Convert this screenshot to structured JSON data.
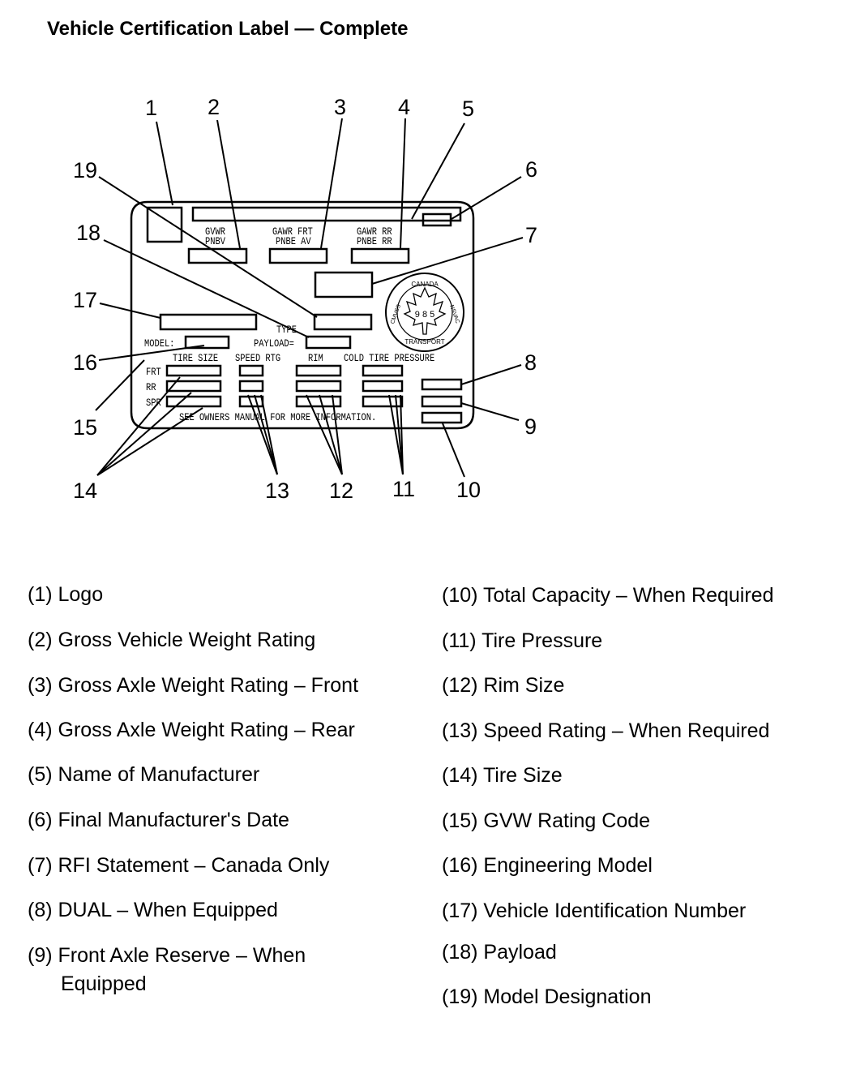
{
  "title": "Vehicle Certification Label — Complete",
  "callouts": [
    "1",
    "2",
    "3",
    "4",
    "5",
    "6",
    "7",
    "8",
    "9",
    "10",
    "11",
    "12",
    "13",
    "14",
    "15",
    "16",
    "17",
    "18",
    "19"
  ],
  "label_text": {
    "gvwr": "GVWR",
    "pnbv": "PNBV",
    "gawr_frt": "GAWR FRT",
    "pnbe_av": "PNBE AV",
    "gawr_rr": "GAWR RR",
    "pnbe_rr": "PNBE RR",
    "type": "TYPE",
    "model": "MODEL:",
    "payload": "PAYLOAD=",
    "tire_size": "TIRE SIZE",
    "speed_rtg": "SPEED RTG",
    "rim": "RIM",
    "cold_tire_pressure": "COLD TIRE PRESSURE",
    "frt": "FRT",
    "rr": "RR",
    "spr": "SPR",
    "see_owners": "SEE OWNERS MANUAL FOR MORE INFORMATION."
  },
  "seal": {
    "top": "CANADA",
    "left": "CMVSS",
    "right": "NSVAC",
    "bottom": "TRANSPORT",
    "number": "9 8 5"
  },
  "legend_left": [
    "(1) Logo",
    "(2) Gross Vehicle Weight Rating",
    "(3) Gross Axle Weight Rating – Front",
    "(4) Gross Axle Weight Rating – Rear",
    "(5) Name of Manufacturer",
    "(6) Final Manufacturer's Date",
    "(7) RFI Statement – Canada Only",
    "(8) DUAL – When Equipped",
    "(9) Front Axle Reserve – When Equipped"
  ],
  "legend_right": [
    "(10) Total Capacity – When Required",
    "(11) Tire Pressure",
    "(12) Rim Size",
    "(13) Speed Rating – When Required",
    "(14) Tire Size",
    "(15) GVW Rating Code",
    "(16) Engineering Model",
    "(17) Vehicle Identification Number",
    "(18) Payload",
    "(19) Model Designation"
  ]
}
